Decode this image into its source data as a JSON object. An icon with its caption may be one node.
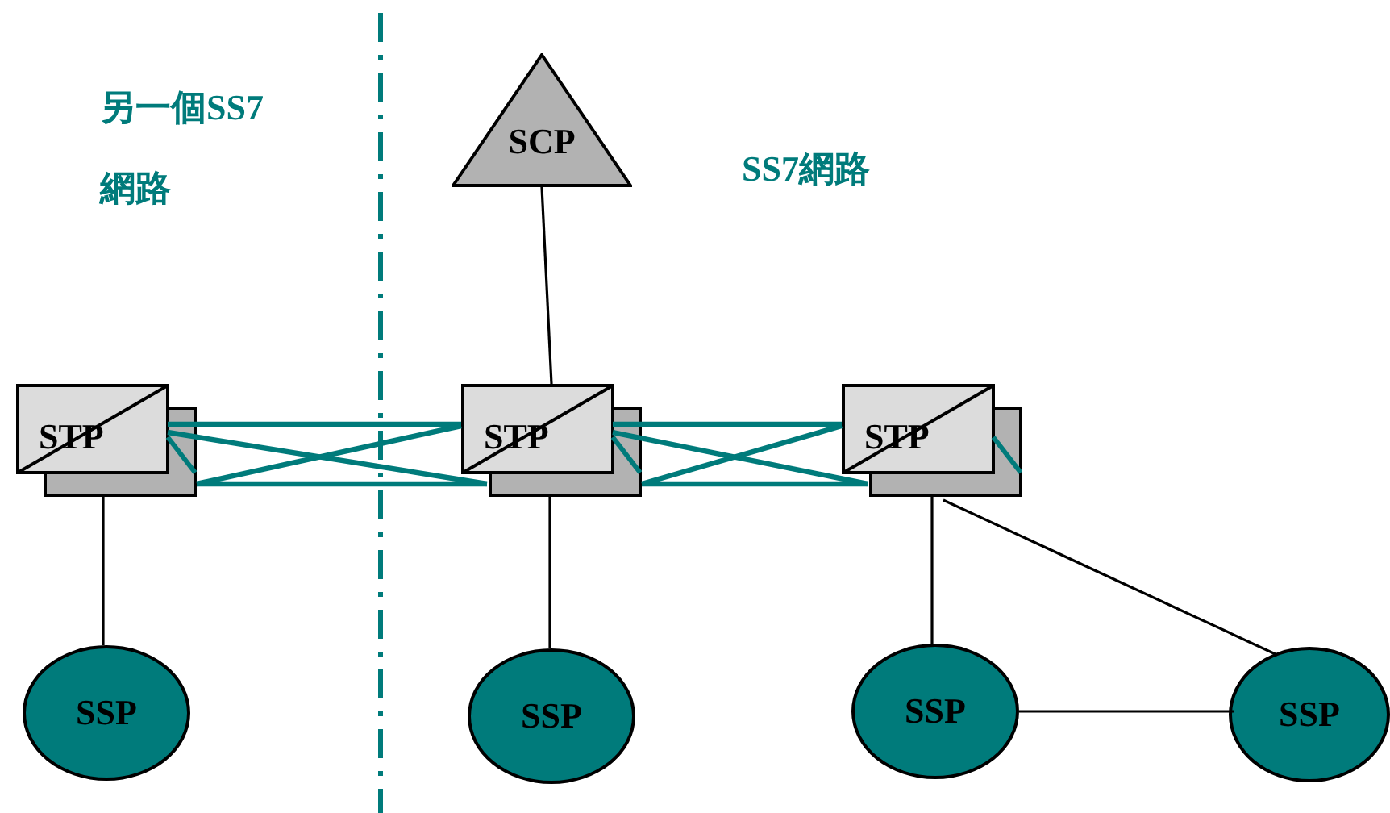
{
  "diagram": {
    "nodes": [
      {
        "text": [
          "SCP"
        ]
      },
      {
        "text": [
          "STP"
        ]
      },
      {
        "text": [
          "STP"
        ]
      },
      {
        "text": [
          "STP"
        ]
      },
      {
        "text": [
          "SSP"
        ]
      },
      {
        "text": [
          "SSP"
        ]
      },
      {
        "text": [
          "SSP"
        ]
      },
      {
        "text": [
          "SSP"
        ]
      }
    ],
    "edges": [
      {
        "from": 0,
        "to": 2,
        "arrow": "none",
        "color": "#000000"
      },
      {
        "from": 1,
        "to": 2,
        "arrow": "none"
      },
      {
        "from": 1,
        "to": 2,
        "arrow": "none"
      },
      {
        "from": 1,
        "to": 2,
        "arrow": "none"
      },
      {
        "from": 1,
        "to": 2,
        "arrow": "none"
      },
      {
        "from": 2,
        "to": 3,
        "arrow": "none"
      },
      {
        "from": 2,
        "to": 3,
        "arrow": "none"
      },
      {
        "from": 2,
        "to": 3,
        "arrow": "none"
      },
      {
        "from": 2,
        "to": 3,
        "arrow": "none"
      },
      {
        "from": 1,
        "to": 4,
        "arrow": "none",
        "color": "#000000"
      },
      {
        "from": 2,
        "to": 5,
        "arrow": "none",
        "color": "#000000"
      },
      {
        "from": 3,
        "to": 6,
        "arrow": "none",
        "color": "#000000"
      },
      {
        "from": 3,
        "to": 7,
        "arrow": "none",
        "color": "#000000"
      },
      {
        "from": 6,
        "to": 7,
        "arrow": "none",
        "color": "#000000"
      }
    ],
    "labels": [
      "另一個SS7網路",
      "SS7網路"
    ]
  }
}
